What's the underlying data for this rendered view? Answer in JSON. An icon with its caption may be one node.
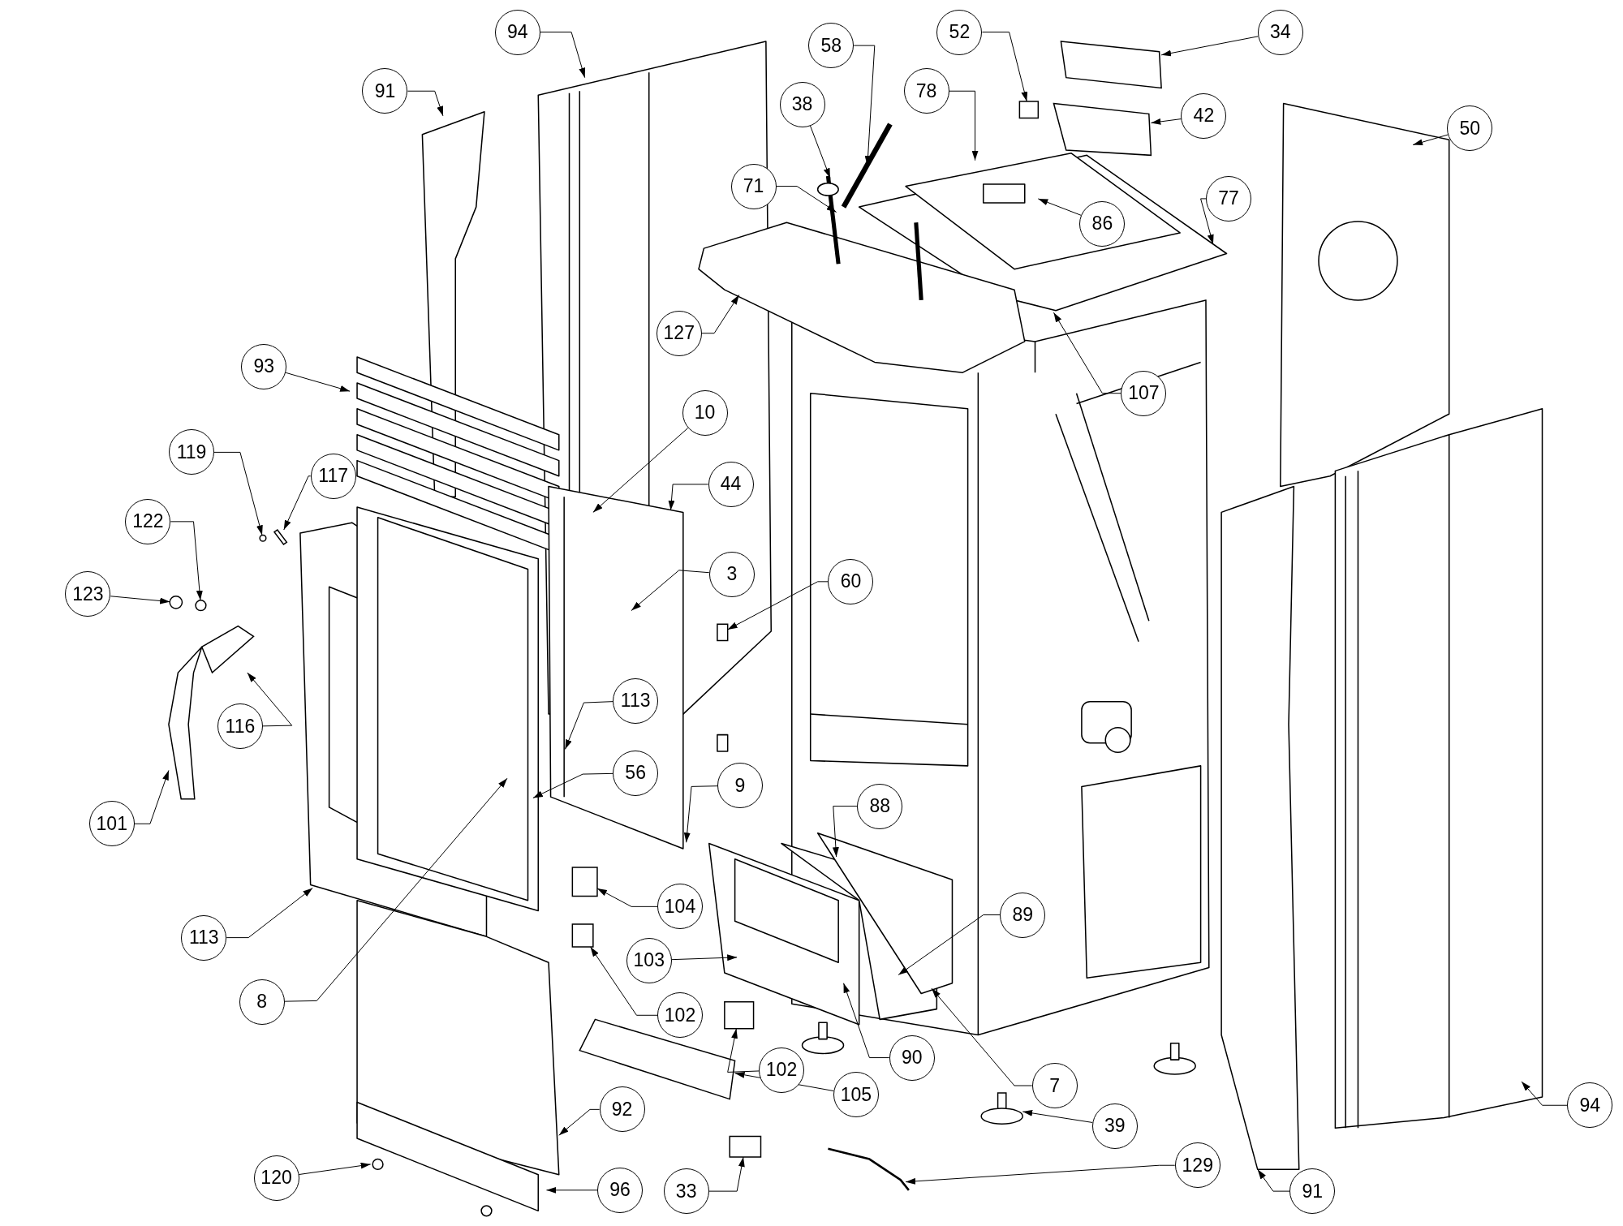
{
  "diagram": {
    "nodes": [
      {
        "text": [
          "94"
        ]
      },
      {
        "text": [
          "91"
        ]
      },
      {
        "text": [
          "58"
        ]
      },
      {
        "text": [
          "52"
        ]
      },
      {
        "text": [
          "34"
        ]
      },
      {
        "text": [
          "38"
        ]
      },
      {
        "text": [
          "78"
        ]
      },
      {
        "text": [
          "42"
        ]
      },
      {
        "text": [
          "50"
        ]
      },
      {
        "text": [
          "71"
        ]
      },
      {
        "text": [
          "86"
        ]
      },
      {
        "text": [
          "77"
        ]
      },
      {
        "text": [
          "127"
        ]
      },
      {
        "text": [
          "93"
        ]
      },
      {
        "text": [
          "107"
        ]
      },
      {
        "text": [
          "10"
        ]
      },
      {
        "text": [
          "119"
        ]
      },
      {
        "text": [
          "117"
        ]
      },
      {
        "text": [
          "44"
        ]
      },
      {
        "text": [
          "122"
        ]
      },
      {
        "text": [
          "3"
        ]
      },
      {
        "text": [
          "60"
        ]
      },
      {
        "text": [
          "123"
        ]
      },
      {
        "text": [
          "113"
        ]
      },
      {
        "text": [
          "116"
        ]
      },
      {
        "text": [
          "101"
        ]
      },
      {
        "text": [
          "56"
        ]
      },
      {
        "text": [
          "9"
        ]
      },
      {
        "text": [
          "88"
        ]
      },
      {
        "text": [
          "104"
        ]
      },
      {
        "text": [
          "89"
        ]
      },
      {
        "text": [
          "113"
        ]
      },
      {
        "text": [
          "103"
        ]
      },
      {
        "text": [
          "8"
        ]
      },
      {
        "text": [
          "102"
        ]
      },
      {
        "text": [
          "90"
        ]
      },
      {
        "text": [
          "7"
        ]
      },
      {
        "text": [
          "102"
        ]
      },
      {
        "text": [
          "105"
        ]
      },
      {
        "text": [
          "92"
        ]
      },
      {
        "text": [
          "39"
        ]
      },
      {
        "text": [
          "94"
        ]
      },
      {
        "text": [
          "120"
        ]
      },
      {
        "text": [
          "96"
        ]
      },
      {
        "text": [
          "33"
        ]
      },
      {
        "text": [
          "129"
        ]
      },
      {
        "text": [
          "91"
        ]
      },
      {
        "text": [],
        "shape": "box"
      },
      {
        "text": [],
        "shape": "box"
      },
      {
        "text": [],
        "shape": "box"
      },
      {
        "text": [],
        "shape": "box"
      },
      {
        "text": [],
        "shape": "bar"
      },
      {
        "text": [],
        "shape": "bar"
      },
      {
        "text": [],
        "shape": "box"
      },
      {
        "text": [],
        "shape": "bar"
      },
      {
        "text": [],
        "shape": "bar"
      },
      {
        "text": [],
        "shape": "circle"
      },
      {
        "text": [],
        "shape": "circle"
      },
      {
        "text": [],
        "shape": "circle"
      },
      {
        "text": [],
        "shape": "bar"
      },
      {
        "text": [],
        "shape": "bar"
      },
      {
        "text": [],
        "shape": "cylinder"
      },
      {
        "text": [],
        "shape": "box"
      }
    ],
    "edges": [
      {
        "from": 0,
        "to": null,
        "arrow": "to"
      },
      {
        "from": 1,
        "to": null,
        "arrow": "to"
      },
      {
        "from": 2,
        "to": null,
        "arrow": "to"
      },
      {
        "from": 3,
        "to": 53,
        "arrow": "to"
      },
      {
        "from": 4,
        "to": 52,
        "arrow": "to"
      },
      {
        "from": 5,
        "to": null,
        "arrow": "to"
      },
      {
        "from": 6,
        "to": null,
        "arrow": "to"
      },
      {
        "from": 7,
        "to": 54,
        "arrow": "to"
      },
      {
        "from": 8,
        "to": null,
        "arrow": "to"
      },
      {
        "from": 9,
        "to": null,
        "arrow": "to"
      },
      {
        "from": 10,
        "to": null,
        "arrow": "to"
      },
      {
        "from": 11,
        "to": null,
        "arrow": "to"
      },
      {
        "from": 12,
        "to": null,
        "arrow": "to"
      },
      {
        "from": 13,
        "to": null,
        "arrow": "to"
      },
      {
        "from": 14,
        "to": null,
        "arrow": "to"
      },
      {
        "from": 15,
        "to": null,
        "arrow": "to"
      },
      {
        "from": 16,
        "to": 56,
        "arrow": "to"
      },
      {
        "from": 17,
        "to": 55,
        "arrow": "to"
      },
      {
        "from": 18,
        "to": null,
        "arrow": "to"
      },
      {
        "from": 19,
        "to": 58,
        "arrow": "to"
      },
      {
        "from": 20,
        "to": null,
        "arrow": "to"
      },
      {
        "from": 21,
        "to": 47,
        "arrow": "to"
      },
      {
        "from": 22,
        "to": 57,
        "arrow": "to"
      },
      {
        "from": 23,
        "to": null,
        "arrow": "to"
      },
      {
        "from": 24,
        "to": 59,
        "arrow": "to"
      },
      {
        "from": 25,
        "to": 60,
        "arrow": "to"
      },
      {
        "from": 26,
        "to": null,
        "arrow": "to"
      },
      {
        "from": 27,
        "to": null,
        "arrow": "to"
      },
      {
        "from": 28,
        "to": null,
        "arrow": "to"
      },
      {
        "from": 29,
        "to": 48,
        "arrow": "to"
      },
      {
        "from": 30,
        "to": null,
        "arrow": "to"
      },
      {
        "from": 31,
        "to": null,
        "arrow": "to"
      },
      {
        "from": 32,
        "to": null,
        "arrow": "to"
      },
      {
        "from": 33,
        "to": null,
        "arrow": "to"
      },
      {
        "from": 34,
        "to": 49,
        "arrow": "to"
      },
      {
        "from": 35,
        "to": null,
        "arrow": "to"
      },
      {
        "from": 36,
        "to": null,
        "arrow": "to"
      },
      {
        "from": 37,
        "to": 50,
        "arrow": "to"
      },
      {
        "from": 38,
        "to": 51,
        "arrow": "to"
      },
      {
        "from": 39,
        "to": null,
        "arrow": "to"
      },
      {
        "from": 40,
        "to": 61,
        "arrow": "to"
      },
      {
        "from": 41,
        "to": null,
        "arrow": "to"
      },
      {
        "from": 42,
        "to": null,
        "arrow": "to"
      },
      {
        "from": 43,
        "to": null,
        "arrow": "to"
      },
      {
        "from": 44,
        "to": 62,
        "arrow": "to"
      },
      {
        "from": 45,
        "to": null,
        "arrow": "to"
      },
      {
        "from": 46,
        "to": null,
        "arrow": "to"
      }
    ]
  }
}
